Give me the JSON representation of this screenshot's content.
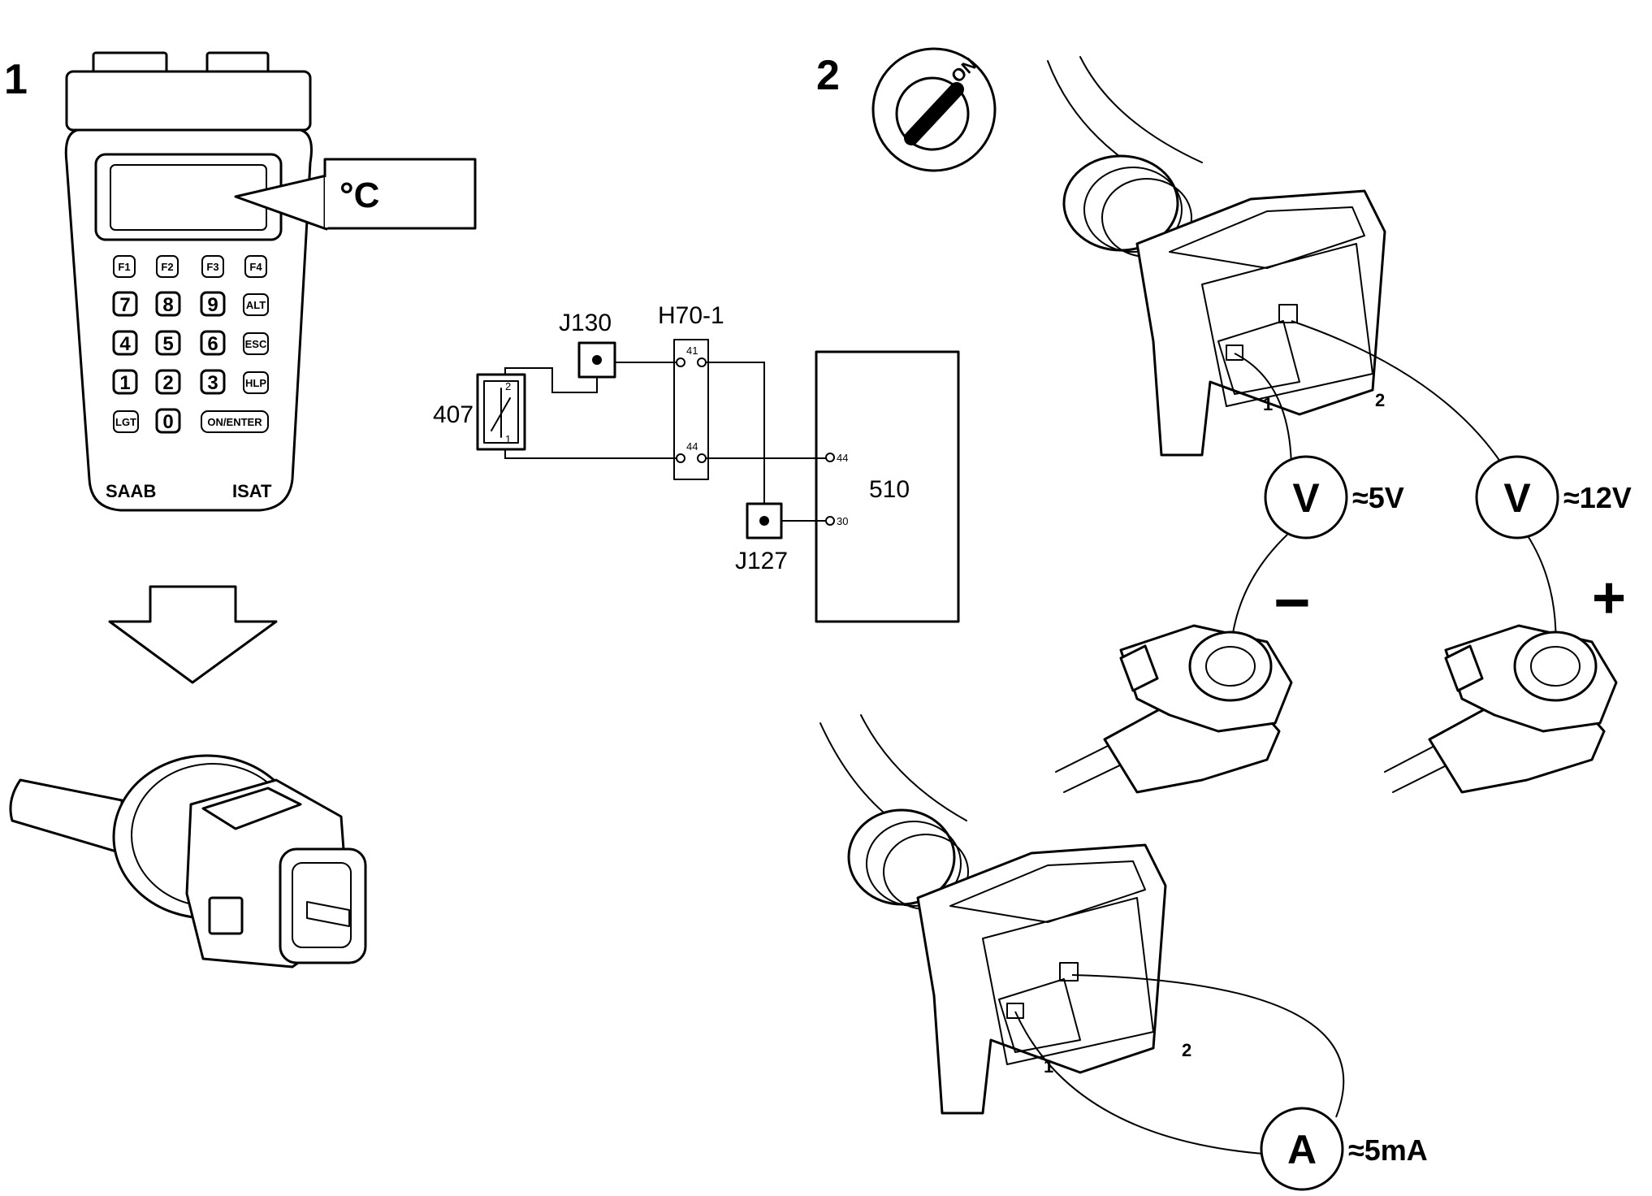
{
  "step_numbers": [
    "1",
    "2"
  ],
  "tester": {
    "brand": "SAAB",
    "model": "ISAT",
    "display_unit": "°C",
    "keys": [
      [
        "F1",
        "F2",
        "F3",
        "F4"
      ],
      [
        "7",
        "8",
        "9",
        "ALT"
      ],
      [
        "4",
        "5",
        "6",
        "ESC"
      ],
      [
        "1",
        "2",
        "3",
        "HLP"
      ],
      [
        "LGT",
        "0",
        "ON/ENTER"
      ]
    ]
  },
  "ignition": {
    "label": "ON"
  },
  "schematic": {
    "component_sensor": "407",
    "sensor_pins": [
      "2",
      "1"
    ],
    "junction_top": "J130",
    "junction_bottom": "J127",
    "connector": "H70-1",
    "connector_pins": [
      "41",
      "44"
    ],
    "control_unit": "510",
    "control_unit_pins": [
      "44",
      "30"
    ]
  },
  "measurements": {
    "connector_pin_labels": [
      "1",
      "2"
    ],
    "voltmeter_symbol": "V",
    "voltage_pin1": "≈5V",
    "voltage_pin2": "≈12V",
    "polarity_negative": "−",
    "polarity_positive": "+",
    "ammeter_symbol": "A",
    "current": "≈5mA"
  }
}
